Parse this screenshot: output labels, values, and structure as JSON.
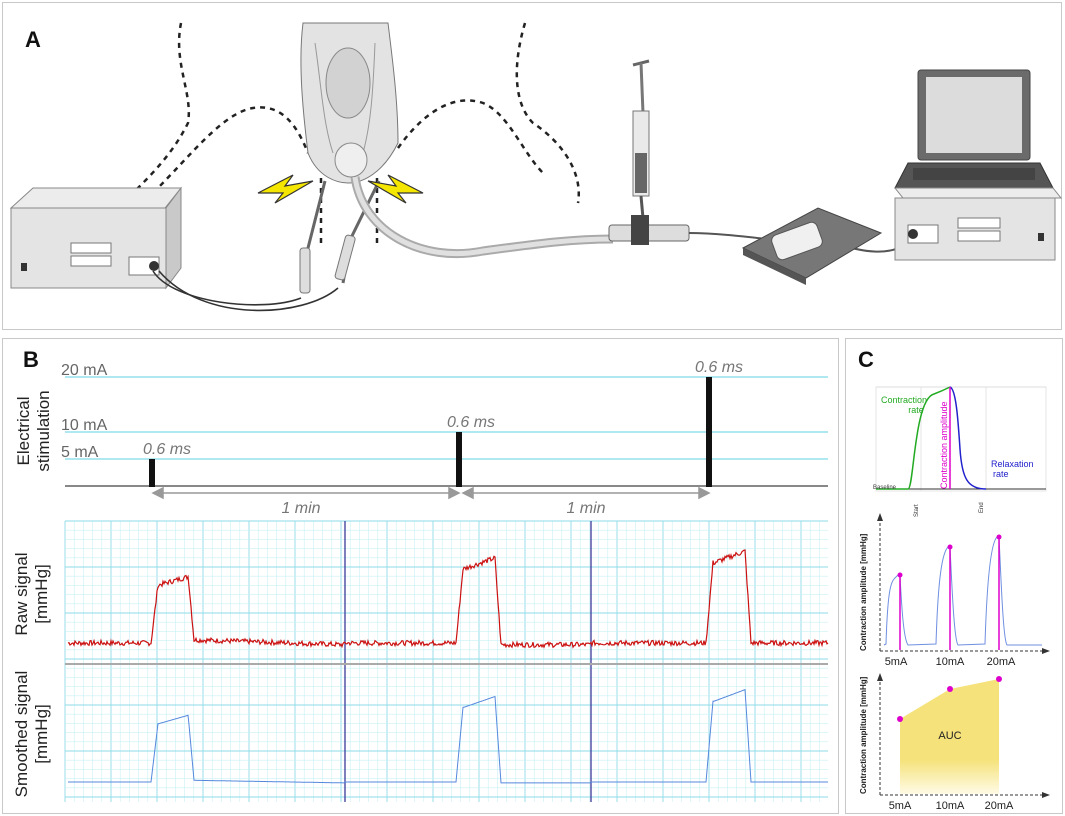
{
  "panel_a": {
    "label": "A",
    "icons": [
      "stimulator-device-icon",
      "anal-canal-anatomy-icon",
      "lightning-bolt-icon",
      "syringe-icon",
      "pressure-transducer-icon",
      "laptop-icon"
    ]
  },
  "panel_b": {
    "label": "B",
    "stim_axis_title": [
      "Electrical",
      "stimulation"
    ],
    "level_labels": [
      "20 mA",
      "10 mA",
      "5 mA"
    ],
    "pulse_labels": [
      "0.6 ms",
      "0.6 ms",
      "0.6 ms"
    ],
    "interval_labels": [
      "1 min",
      "1 min"
    ],
    "raw_axis_title": [
      "Raw signal",
      "[mmHg]"
    ],
    "smooth_axis_title": [
      "Smoothed signal",
      "[mmHg]"
    ],
    "colors": {
      "raw": "#cc1111",
      "smoothed": "#5588dd",
      "grid": "#9fe3ec",
      "stim_level": "#7fd9e8",
      "divider": "#3a3a9a"
    }
  },
  "panel_c": {
    "label": "C",
    "schema": {
      "contraction_rate": [
        "Contraction",
        "rate"
      ],
      "contraction_amplitude": "Contraction amplitude",
      "relaxation_rate": [
        "Relaxation",
        "rate"
      ],
      "baseline": "Baseline",
      "start": "Start",
      "end": "End",
      "colors": {
        "contraction": "#22aa22",
        "amplitude": "#dd00cc",
        "relaxation": "#2222cc"
      }
    },
    "amplitude_plot": {
      "ylabel": "Contraction amplitude [mmHg]",
      "categories": [
        "5mA",
        "10mA",
        "20mA"
      ]
    },
    "auc_plot": {
      "ylabel": "Contraction amplitude [mmHg]",
      "categories": [
        "5mA",
        "10mA",
        "20mA"
      ],
      "auc_label": "AUC",
      "fill_color": "#f5e27a"
    }
  }
}
